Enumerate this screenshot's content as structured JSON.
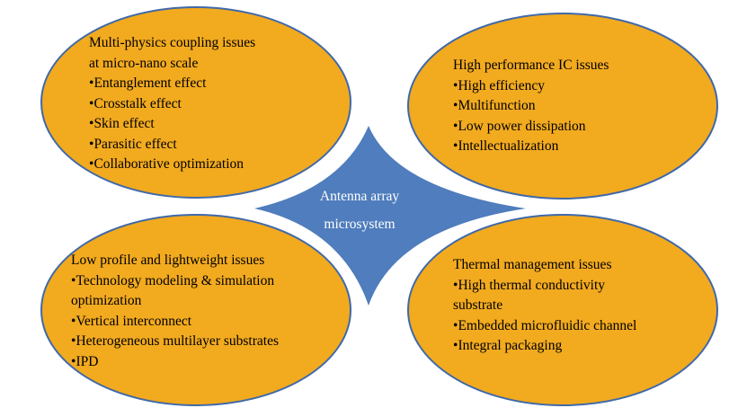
{
  "diagram": {
    "center": {
      "label_lines": [
        "Antenna array",
        "microsystem"
      ],
      "fill": "#4F7DBD"
    },
    "ellipse_fill": "#F2AA1F",
    "ellipse_stroke": "#3F69A8",
    "nodes": [
      {
        "id": "top-left",
        "title_lines": [
          "Multi-physics coupling issues",
          "at micro-nano scale"
        ],
        "items": [
          {
            "lines": [
              "Entanglement effect"
            ]
          },
          {
            "lines": [
              "Crosstalk effect"
            ]
          },
          {
            "lines": [
              "Skin effect"
            ]
          },
          {
            "lines": [
              "Parasitic effect"
            ]
          },
          {
            "lines": [
              "Collaborative optimization"
            ]
          }
        ]
      },
      {
        "id": "top-right",
        "title_lines": [
          "High performance IC issues"
        ],
        "items": [
          {
            "lines": [
              "High efficiency"
            ]
          },
          {
            "lines": [
              "Multifunction"
            ]
          },
          {
            "lines": [
              "Low power dissipation"
            ]
          },
          {
            "lines": [
              "Intellectualization"
            ]
          }
        ]
      },
      {
        "id": "bottom-left",
        "title_lines": [
          "Low profile and lightweight issues"
        ],
        "items": [
          {
            "lines": [
              "Technology modeling & simulation",
              "optimization"
            ]
          },
          {
            "lines": [
              "Vertical interconnect"
            ]
          },
          {
            "lines": [
              "Heterogeneous multilayer substrates"
            ]
          },
          {
            "lines": [
              "IPD"
            ]
          }
        ]
      },
      {
        "id": "bottom-right",
        "title_lines": [
          "Thermal management issues"
        ],
        "items": [
          {
            "lines": [
              "High thermal conductivity",
              "substrate"
            ]
          },
          {
            "lines": [
              "Embedded microfluidic channel"
            ]
          },
          {
            "lines": [
              "Integral packaging"
            ]
          }
        ]
      }
    ]
  }
}
